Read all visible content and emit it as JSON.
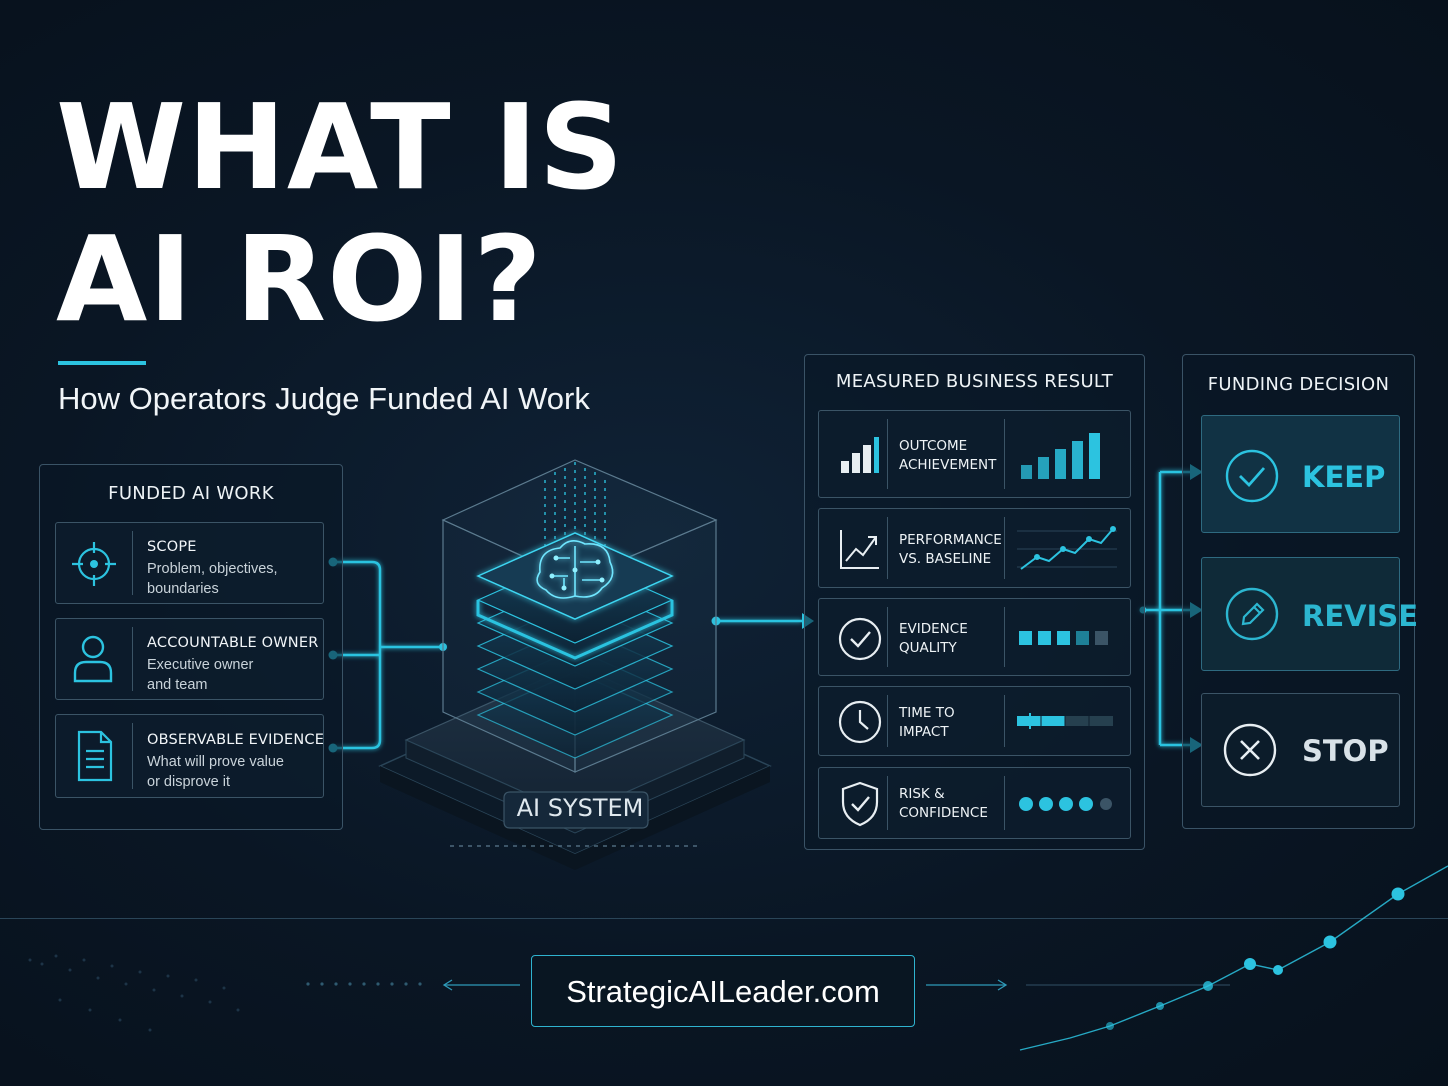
{
  "header": {
    "title_line1": "WHAT IS",
    "title_line2": "AI ROI?",
    "subtitle": "How Operators Judge Funded AI Work"
  },
  "funded_panel": {
    "title": "FUNDED AI WORK",
    "items": [
      {
        "icon": "target-icon",
        "heading": "SCOPE",
        "desc1": "Problem, objectives,",
        "desc2": "boundaries"
      },
      {
        "icon": "person-icon",
        "heading": "ACCOUNTABLE OWNER",
        "desc1": "Executive owner",
        "desc2": "and team"
      },
      {
        "icon": "document-icon",
        "heading": "OBSERVABLE EVIDENCE",
        "desc1": "What will prove value",
        "desc2": "or disprove it"
      }
    ]
  },
  "system": {
    "label": "AI SYSTEM"
  },
  "result_panel": {
    "title": "MEASURED BUSINESS RESULT",
    "metrics": [
      {
        "icon": "bar-chart-icon",
        "line1": "OUTCOME",
        "line2": "ACHIEVEMENT",
        "indicator": "rising-bars"
      },
      {
        "icon": "trend-line-icon",
        "line1": "PERFORMANCE",
        "line2": "VS. BASELINE",
        "indicator": "rising-line"
      },
      {
        "icon": "check-circle-icon",
        "line1": "EVIDENCE",
        "line2": "QUALITY",
        "indicator": "squares",
        "level": "4 of 5"
      },
      {
        "icon": "clock-icon",
        "line1": "TIME TO",
        "line2": "IMPACT",
        "indicator": "progress",
        "progress": 0.5
      },
      {
        "icon": "shield-check-icon",
        "line1": "RISK &",
        "line2": "CONFIDENCE",
        "indicator": "dots",
        "level": "4 of 5"
      }
    ]
  },
  "decision_panel": {
    "title": "FUNDING DECISION",
    "options": [
      {
        "icon": "check-circle-icon",
        "label": "KEEP",
        "color": "#2cc3e0"
      },
      {
        "icon": "pencil-circle-icon",
        "label": "REVISE",
        "color": "#2cb6d0"
      },
      {
        "icon": "x-circle-icon",
        "label": "STOP",
        "color": "#d9e2e8"
      }
    ]
  },
  "footer": {
    "url": "StrategicAILeader.com"
  },
  "colors": {
    "accent": "#2cc3e0",
    "background": "#0a1624",
    "panel_border": "#3a5366"
  }
}
